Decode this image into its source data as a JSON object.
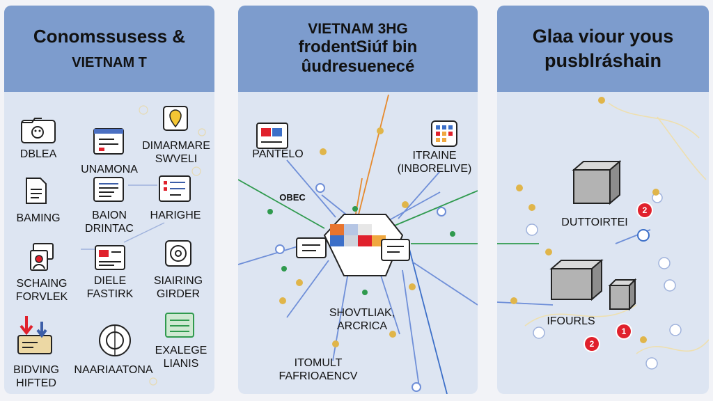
{
  "panels": [
    {
      "title": [
        "Conomssusess &",
        "VIETNAM T"
      ],
      "items": [
        {
          "id": "dblea",
          "icon": "folder-face-icon",
          "lines": [
            "DBLEA"
          ]
        },
        {
          "id": "unamona",
          "icon": "browser-window-icon",
          "lines": [
            "UNAMONA"
          ]
        },
        {
          "id": "dimarmare",
          "icon": "location-pin-icon",
          "lines": [
            "DIMARMARE",
            "SWVELI"
          ]
        },
        {
          "id": "baming",
          "icon": "document-icon",
          "lines": [
            "BAMING"
          ]
        },
        {
          "id": "baion",
          "icon": "text-card-icon",
          "lines": [
            "BAION",
            "DRINTAC"
          ]
        },
        {
          "id": "harighe",
          "icon": "list-card-icon",
          "lines": [
            "HARIGHE"
          ]
        },
        {
          "id": "schaing",
          "icon": "character-stack-icon",
          "lines": [
            "SCHAING",
            "FORVLEK"
          ]
        },
        {
          "id": "diele",
          "icon": "image-card-icon",
          "lines": [
            "DIELE",
            "FASTIRK"
          ]
        },
        {
          "id": "siairing",
          "icon": "safe-dial-icon",
          "lines": [
            "SIAIRING",
            "GIRDER"
          ]
        },
        {
          "id": "bidving",
          "icon": "download-arrows-icon",
          "lines": [
            "BIDVING",
            "HIFTED"
          ]
        },
        {
          "id": "naariaatona",
          "icon": "coin-icon",
          "lines": [
            "NAARIAATONA"
          ]
        },
        {
          "id": "exalege",
          "icon": "server-rack-icon",
          "lines": [
            "EXALEGE",
            "LIANIS"
          ]
        }
      ]
    },
    {
      "title": [
        "VIETNAM 3HG",
        "frodentSiúf bin",
        "ûudresuenecé"
      ],
      "items": [
        {
          "id": "pantelo",
          "icon": "photo-card-icon",
          "lines": [
            "PANTELO"
          ]
        },
        {
          "id": "itraine",
          "icon": "calendar-grid-icon",
          "lines": [
            "ITRAINE",
            "(INBORELIVE)"
          ]
        },
        {
          "id": "obec",
          "icon": "none",
          "lines": [
            "OBEC"
          ]
        },
        {
          "id": "shovtlak",
          "icon": "none",
          "lines": [
            "SHOVTLIAK,",
            "ARCRICA"
          ]
        },
        {
          "id": "itomult",
          "icon": "none",
          "lines": [
            "ITOMULT",
            "FAFRIOAENCV"
          ]
        }
      ]
    },
    {
      "title": [
        "Glaa viour yous",
        "pusblráshain"
      ],
      "items": [
        {
          "id": "duttoirtei",
          "icon": "box-icon",
          "lines": [
            "DUTTOIRTEI"
          ],
          "badge": "2"
        },
        {
          "id": "ifourls",
          "icon": "box-icon",
          "lines": [
            "IFOURLS"
          ],
          "badge": "1"
        },
        {
          "id": "badge-lower",
          "badge": "2"
        }
      ]
    }
  ],
  "colors": {
    "panel_bg": "#dde5f2",
    "header_bg": "#7d9ccd",
    "connector_blue": "#6f8fd8",
    "connector_green": "#2f9a4e",
    "connector_orange": "#e68a2e",
    "badge_red": "#e0212c"
  }
}
